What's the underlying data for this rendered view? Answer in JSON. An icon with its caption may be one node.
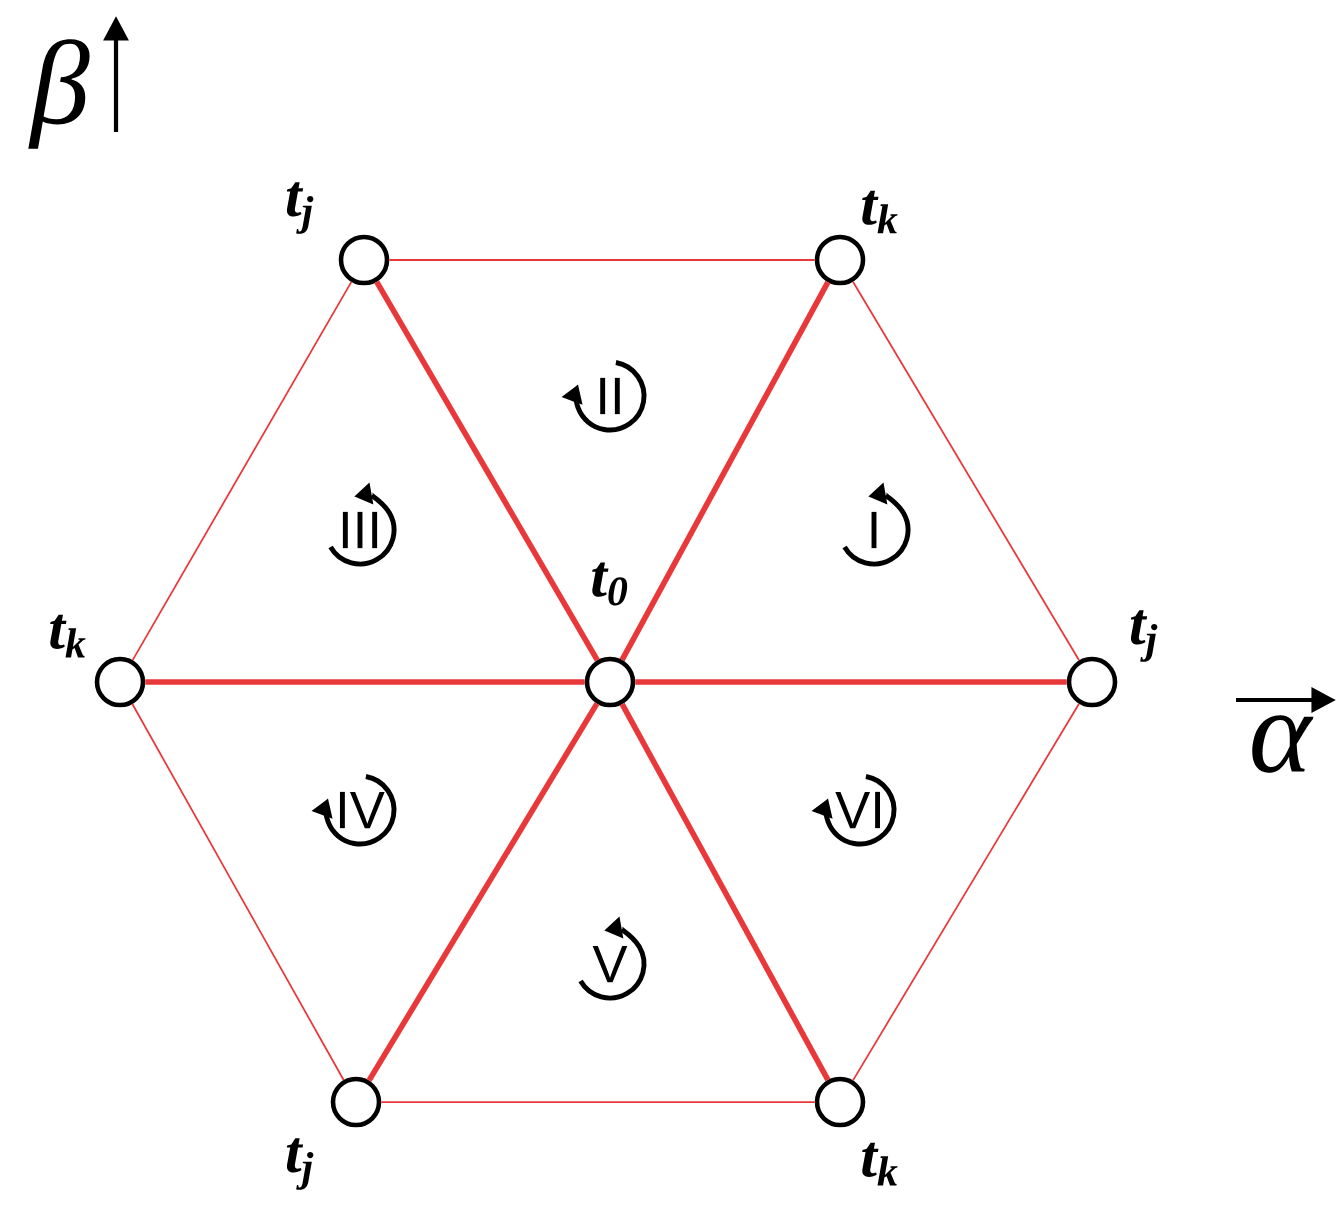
{
  "diagram": {
    "nodes": [
      {
        "text": [],
        "shape": "circle",
        "beside": [
          "t$_{j}$"
        ]
      },
      {
        "text": [],
        "shape": "circle",
        "beside": [
          "t$_{k}$"
        ]
      },
      {
        "text": [],
        "shape": "circle",
        "beside": [
          "t$_{k}$"
        ]
      },
      {
        "text": [],
        "shape": "circle",
        "beside": [
          "t$_{0}$"
        ]
      },
      {
        "text": [],
        "shape": "circle",
        "beside": [
          "t$_{j}$"
        ]
      },
      {
        "text": [],
        "shape": "circle",
        "beside": [
          "t$_{j}$"
        ]
      },
      {
        "text": [],
        "shape": "circle",
        "beside": [
          "t$_{k}$"
        ]
      }
    ],
    "edges": [
      {
        "from": 0,
        "to": 1,
        "arrow": "none"
      },
      {
        "from": 1,
        "to": 4,
        "arrow": "none"
      },
      {
        "from": 4,
        "to": 6,
        "arrow": "none"
      },
      {
        "from": 6,
        "to": 5,
        "arrow": "none"
      },
      {
        "from": 5,
        "to": 2,
        "arrow": "none"
      },
      {
        "from": 2,
        "to": 0,
        "arrow": "none"
      },
      {
        "from": 3,
        "to": 0,
        "arrow": "none",
        "style": "thick"
      },
      {
        "from": 3,
        "to": 1,
        "arrow": "none",
        "style": "thick"
      },
      {
        "from": 3,
        "to": 4,
        "arrow": "none",
        "style": "thick"
      },
      {
        "from": 3,
        "to": 6,
        "arrow": "none",
        "style": "thick"
      },
      {
        "from": 3,
        "to": 5,
        "arrow": "none",
        "style": "thick"
      },
      {
        "from": 3,
        "to": 2,
        "arrow": "none",
        "style": "thick"
      }
    ],
    "labels": [
      "β",
      "II",
      "III",
      "I",
      "α",
      "IV",
      "VI",
      "V"
    ]
  }
}
